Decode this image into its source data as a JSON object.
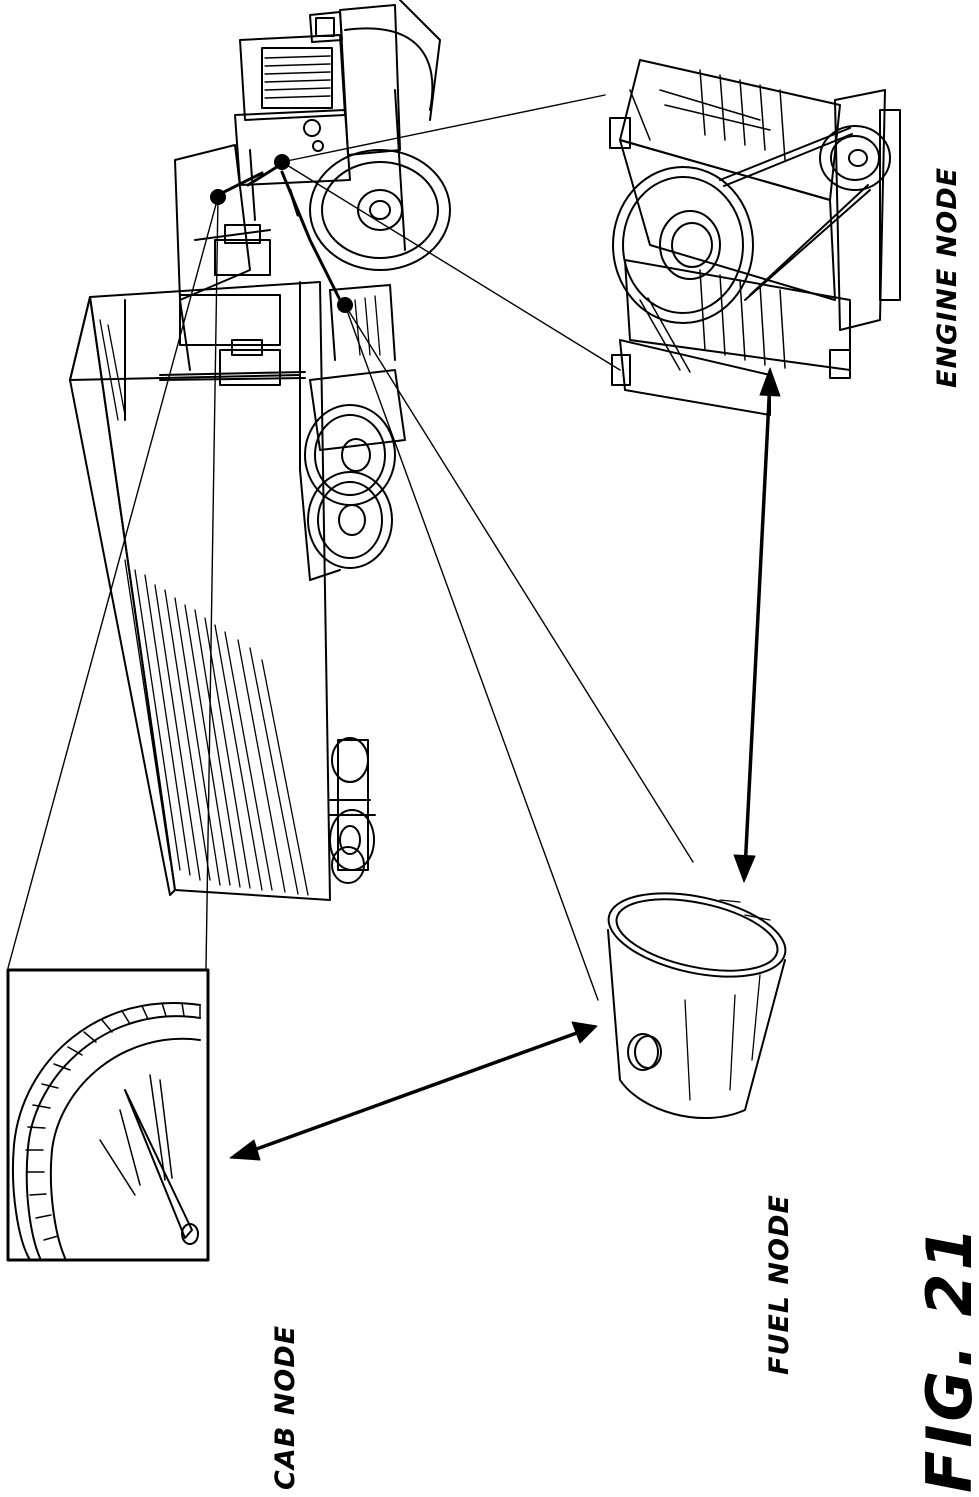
{
  "labels": {
    "engine_node": "ENGINE NODE",
    "fuel_node": "FUEL NODE",
    "cab_node": "CAB NODE",
    "figure": "FIG. 21"
  }
}
